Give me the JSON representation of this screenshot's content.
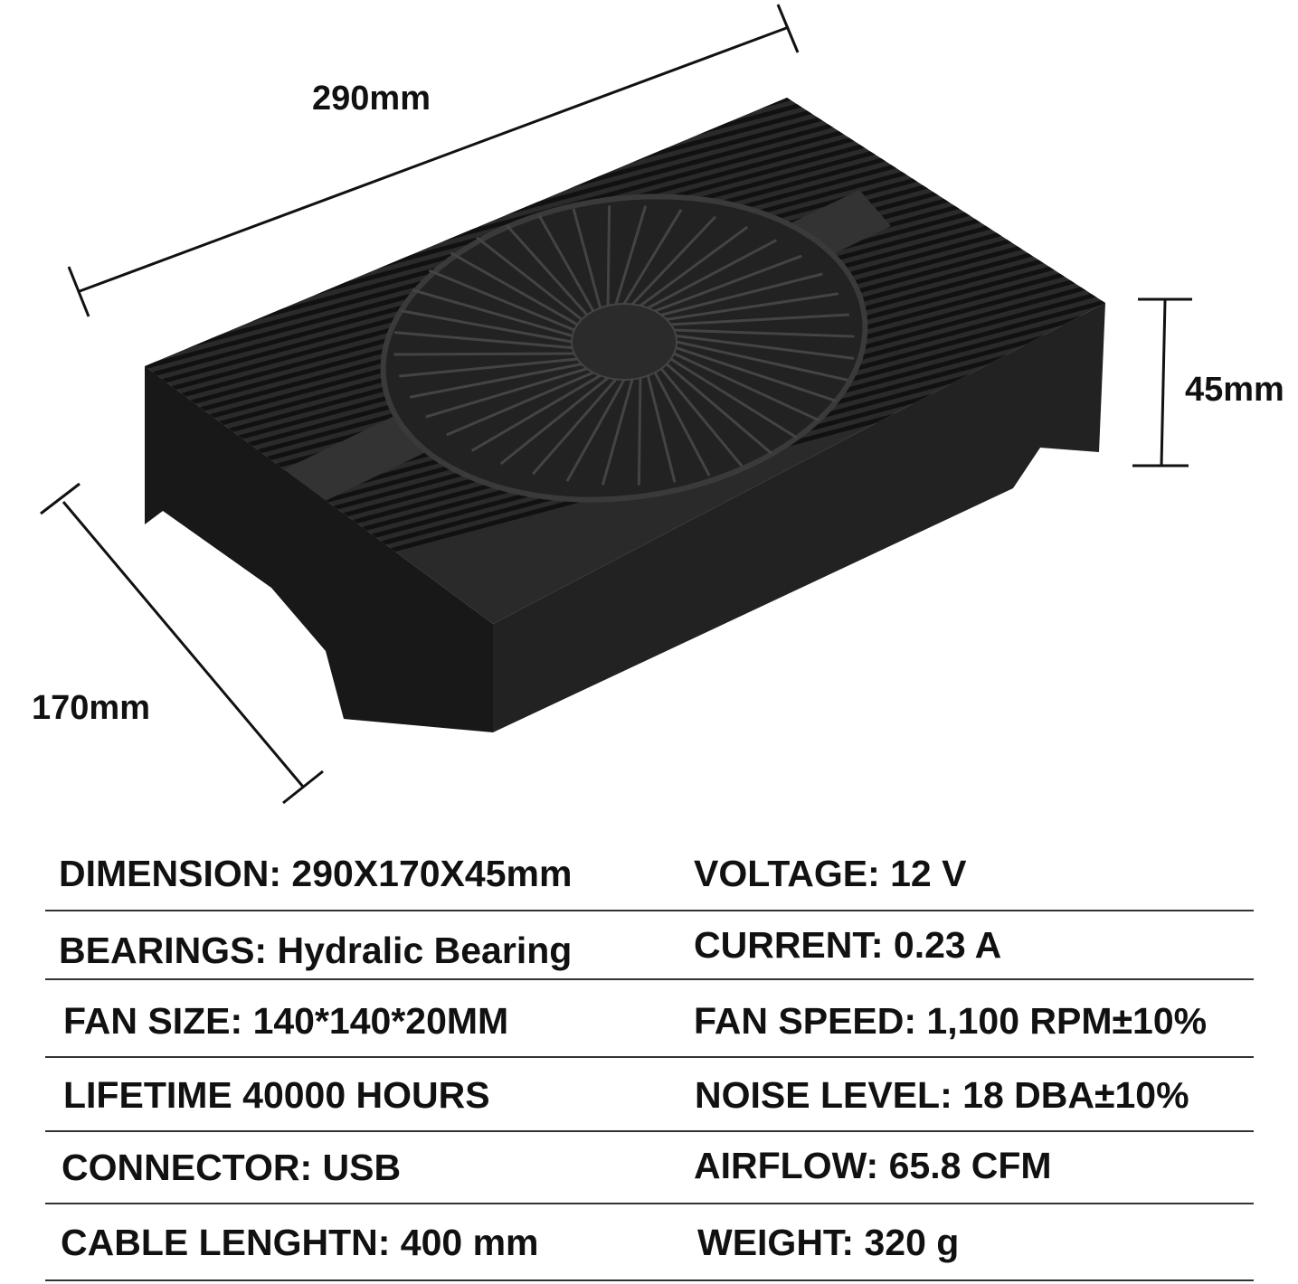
{
  "dimensions": {
    "length": "290mm",
    "height": "45mm",
    "width": "170mm"
  },
  "specs": {
    "left": [
      "DIMENSION: 290X170X45mm",
      "BEARINGS: Hydralic Bearing",
      "FAN SIZE: 140*140*20MM",
      "LIFETIME 40000 HOURS",
      "CONNECTOR: USB",
      "CABLE LENGHTN: 400 mm"
    ],
    "right": [
      "VOLTAGE: 12 V",
      "CURRENT: 0.23 A",
      "FAN SPEED: 1,100 RPM±10%",
      "NOISE LEVEL: 18 DBA±10%",
      "AIRFLOW: 65.8 CFM",
      "WEIGHT: 320 g"
    ]
  },
  "colors": {
    "device": "#1c1c1c",
    "text": "#111111"
  }
}
